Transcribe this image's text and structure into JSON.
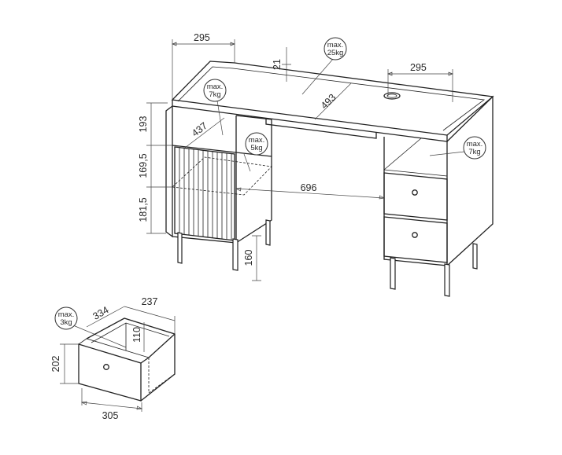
{
  "dimensions": {
    "desk_depth_left": "295",
    "desk_depth_right": "295",
    "top_rim": "21",
    "inner_depth": "493",
    "compartment_depth": "437",
    "height_1": "193",
    "height_2": "169,5",
    "height_3": "181,5",
    "inner_width": "696",
    "leg_height": "160",
    "drawer_depth": "334",
    "drawer_width": "237",
    "drawer_inner_height": "110",
    "drawer_front_height": "202",
    "drawer_front_width": "305"
  },
  "load_labels": [
    {
      "id": "top",
      "line1": "max.",
      "line2": "25kg"
    },
    {
      "id": "shelf-upper-left",
      "line1": "max.",
      "line2": "7kg"
    },
    {
      "id": "shelf-middle-left",
      "line1": "max.",
      "line2": "5kg"
    },
    {
      "id": "shelf-right",
      "line1": "max.",
      "line2": "7kg"
    },
    {
      "id": "drawer",
      "line1": "max.",
      "line2": "3kg"
    }
  ]
}
